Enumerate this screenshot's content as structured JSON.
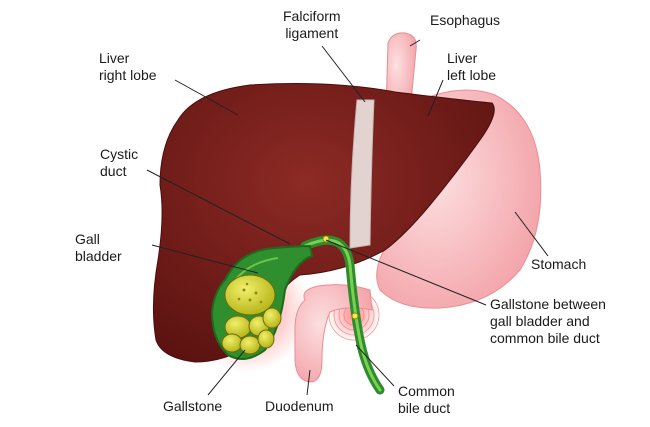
{
  "labels": {
    "falciform": "Falciform\nligament",
    "esophagus": "Esophagus",
    "liver_right": "Liver\nright lobe",
    "liver_left": "Liver\nleft lobe",
    "cystic_duct": "Cystic\nduct",
    "gall_bladder": "Gall\nbladder",
    "stomach": "Stomach",
    "gallstone_between": "Gallstone between\ngall bladder and\ncommon bile duct",
    "gallstone": "Gallstone",
    "duodenum": "Duodenum",
    "common_bile_duct": "Common\nbile duct"
  },
  "colors": {
    "liver": "#7a1f1c",
    "liver_dark": "#5e1412",
    "stomach": "#f6a9ad",
    "stomach_light": "#fbd3d5",
    "ligament": "#e3d4d2",
    "duct": "#2e8b2e",
    "duct_light": "#6cc24a",
    "stone": "#d7d62a",
    "inflammation": "#e84040",
    "leader": "#222222"
  }
}
